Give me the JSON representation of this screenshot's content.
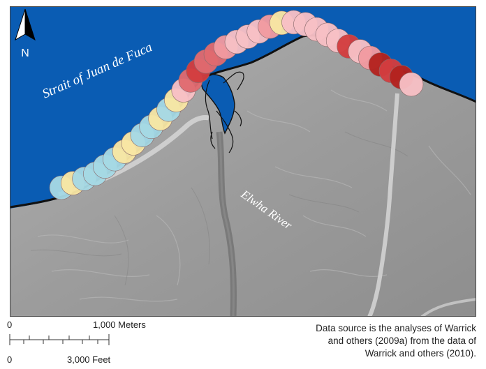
{
  "map": {
    "north_label": "N",
    "water_label": "Strait of Juan de Fuca",
    "river_label": "Elwha River",
    "colors": {
      "water": "#0a5cb3",
      "land": "#9d9d9d",
      "shoreline": "#111111",
      "dot_light_blue": "#a6d8e4",
      "dot_yellow": "#f8e6a3",
      "dot_light_pink": "#f7bfc5",
      "dot_pink": "#f09aa0",
      "dot_salmon": "#e06a6f",
      "dot_red": "#d23d3f",
      "dot_dark_red": "#b3221f"
    },
    "shoreline_points": [
      {
        "color": "dot_light_blue"
      },
      {
        "color": "dot_yellow"
      },
      {
        "color": "dot_light_blue"
      },
      {
        "color": "dot_light_blue"
      },
      {
        "color": "dot_light_blue"
      },
      {
        "color": "dot_light_blue"
      },
      {
        "color": "dot_yellow"
      },
      {
        "color": "dot_yellow"
      },
      {
        "color": "dot_light_blue"
      },
      {
        "color": "dot_light_blue"
      },
      {
        "color": "dot_yellow"
      },
      {
        "color": "dot_light_blue"
      },
      {
        "color": "dot_yellow"
      },
      {
        "color": "dot_light_pink"
      },
      {
        "color": "dot_salmon"
      },
      {
        "color": "dot_red"
      },
      {
        "color": "dot_salmon"
      },
      {
        "color": "dot_salmon"
      },
      {
        "color": "dot_pink"
      },
      {
        "color": "dot_light_pink"
      },
      {
        "color": "dot_light_pink"
      },
      {
        "color": "dot_light_pink"
      },
      {
        "color": "dot_pink"
      },
      {
        "color": "dot_yellow"
      },
      {
        "color": "dot_light_pink"
      },
      {
        "color": "dot_light_pink"
      },
      {
        "color": "dot_light_pink"
      },
      {
        "color": "dot_light_pink"
      },
      {
        "color": "dot_light_pink"
      },
      {
        "color": "dot_red"
      },
      {
        "color": "dot_light_pink"
      },
      {
        "color": "dot_pink"
      },
      {
        "color": "dot_dark_red"
      },
      {
        "color": "dot_red"
      },
      {
        "color": "dot_dark_red"
      },
      {
        "color": "dot_light_pink"
      }
    ]
  },
  "scale_bar": {
    "meters_start": "0",
    "meters_end": "1,000 Meters",
    "feet_start": "0",
    "feet_end": "3,000 Feet"
  },
  "source": {
    "line1": "Data source is the analyses of Warrick",
    "line2": "and others (2009a) from the data of",
    "line3": "Warrick and others (2010)."
  }
}
